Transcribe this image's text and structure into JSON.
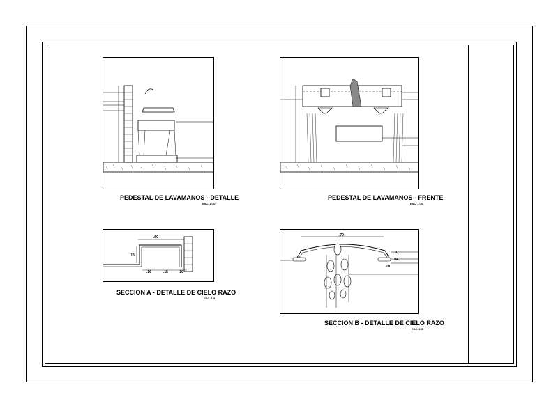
{
  "drawings": {
    "d1": {
      "title": "PEDESTAL DE LAVAMANOS - DETALLE",
      "scale": "ESC. 1:10"
    },
    "d2": {
      "title": "PEDESTAL DE LAVAMANOS - FRENTE",
      "scale": "ESC. 1:10"
    },
    "d3": {
      "title": "SECCION A - DETALLE DE CIELO RAZO",
      "scale": "ESC. 1:5"
    },
    "d4": {
      "title": "SECCION B - DETALLE DE CIELO RAZO",
      "scale": "ESC. 1:5"
    }
  },
  "dims": {
    "d3_top": ".50",
    "d3_left": ".15",
    "d3_b1": ".16",
    "d3_b2": ".15",
    "d3_b3": ".10",
    "d4_top": ".70",
    "d4_r1": ".10",
    "d4_r2": ".04",
    "d4_r3": ".10"
  }
}
